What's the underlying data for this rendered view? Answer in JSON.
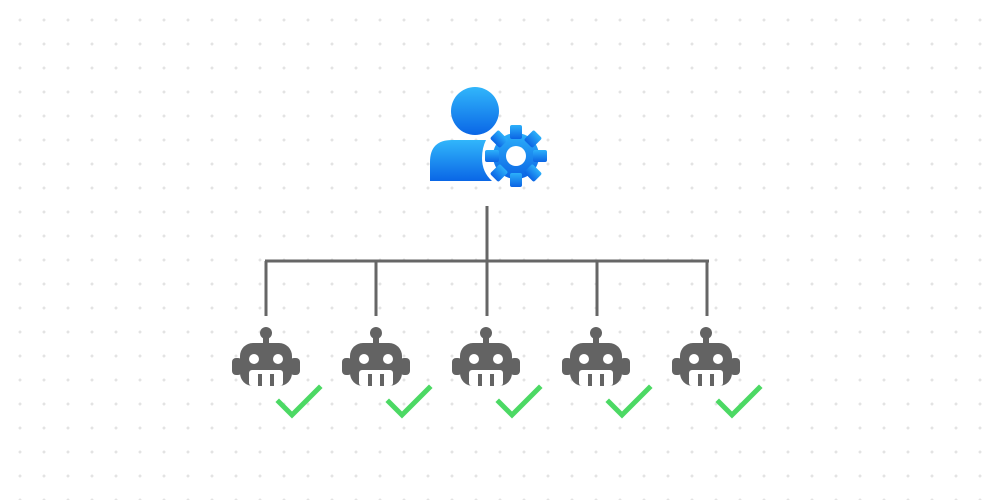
{
  "diagram": {
    "root": {
      "icon": "user-gear-icon",
      "color_primary": "#29a8f7",
      "color_secondary": "#0a6be8"
    },
    "connector_color": "#666666",
    "leaves": [
      {
        "icon": "robot-icon",
        "status_icon": "checkmark-icon",
        "status": "ok"
      },
      {
        "icon": "robot-icon",
        "status_icon": "checkmark-icon",
        "status": "ok"
      },
      {
        "icon": "robot-icon",
        "status_icon": "checkmark-icon",
        "status": "ok"
      },
      {
        "icon": "robot-icon",
        "status_icon": "checkmark-icon",
        "status": "ok"
      },
      {
        "icon": "robot-icon",
        "status_icon": "checkmark-icon",
        "status": "ok"
      }
    ],
    "robot_color": "#636363",
    "check_color": "#4cd964",
    "background_dot_color": "#e3e3e3"
  }
}
